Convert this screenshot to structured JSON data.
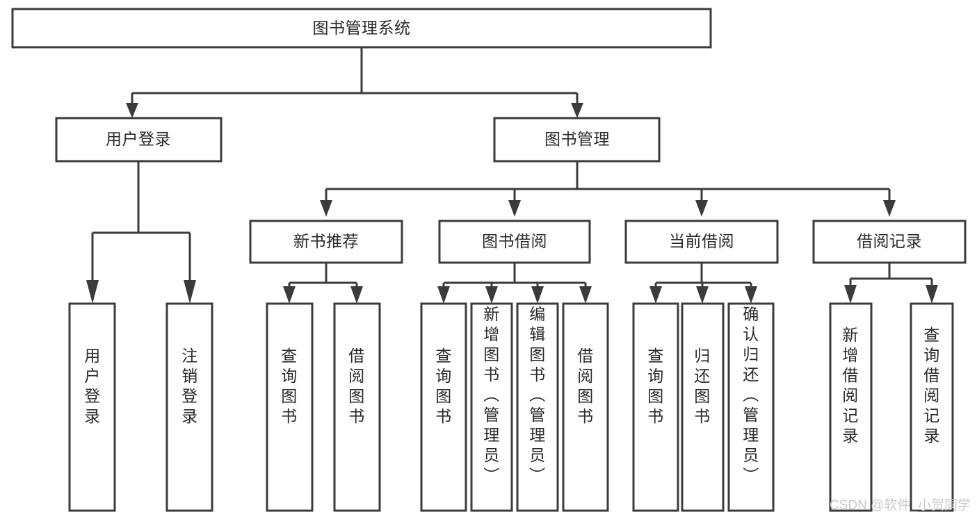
{
  "diagram": {
    "title": "图书管理系统",
    "type": "tree-hierarchy",
    "root": {
      "label": "图书管理系统"
    },
    "level2": [
      {
        "label": "用户登录"
      },
      {
        "label": "图书管理"
      }
    ],
    "level3": [
      {
        "label": "新书推荐"
      },
      {
        "label": "图书借阅"
      },
      {
        "label": "当前借阅"
      },
      {
        "label": "借阅记录"
      }
    ],
    "leaves": {
      "user_login": [
        {
          "label": "用户登录"
        },
        {
          "label": "注销登录"
        }
      ],
      "new_book_recommend": [
        {
          "label": "查询图书"
        },
        {
          "label": "借阅图书"
        }
      ],
      "book_borrow": [
        {
          "label": "查询图书"
        },
        {
          "label": "新增图书（管理员）"
        },
        {
          "label": "编辑图书（管理员）"
        },
        {
          "label": "借阅图书"
        }
      ],
      "current_borrow": [
        {
          "label": "查询图书"
        },
        {
          "label": "归还图书"
        },
        {
          "label": "确认归还（管理员）"
        }
      ],
      "borrow_record": [
        {
          "label": "新增借阅记录"
        },
        {
          "label": "查询借阅记录"
        }
      ]
    }
  },
  "watermark": {
    "text": "CSDN @软件_小贺同学"
  },
  "colors": {
    "box_stroke": "#3b3b3b",
    "box_fill": "#ffffff",
    "text": "#2a2a2a",
    "connector": "#3b3b3b",
    "watermark": "#c9c9c9",
    "background": "#ffffff"
  }
}
